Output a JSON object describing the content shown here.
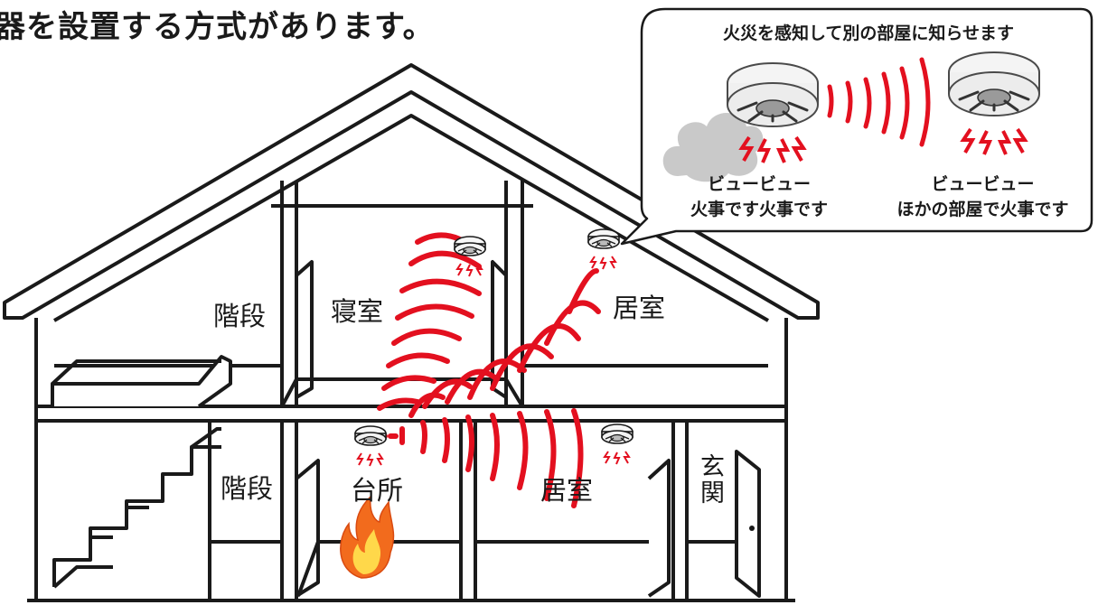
{
  "heading": "器を設置する方式があります。",
  "rooms": {
    "stairs_upper": "階段",
    "bedroom": "寝室",
    "living_upper": "居室",
    "stairs_lower": "階段",
    "kitchen": "台所",
    "living_lower": "居室",
    "entrance": "玄関"
  },
  "bubble": {
    "title": "火災を感知して別の部屋に知らせます",
    "left_sound_1": "ビュービュー",
    "left_sound_2": "火事です火事です",
    "right_sound_1": "ビュービュー",
    "right_sound_2": "ほかの部屋で火事です"
  },
  "colors": {
    "signal": "#e3101f",
    "outline": "#1a1a1a",
    "smoke": "#c9c9c9",
    "flame_outer": "#f26b1d",
    "flame_inner": "#ffd84a"
  }
}
